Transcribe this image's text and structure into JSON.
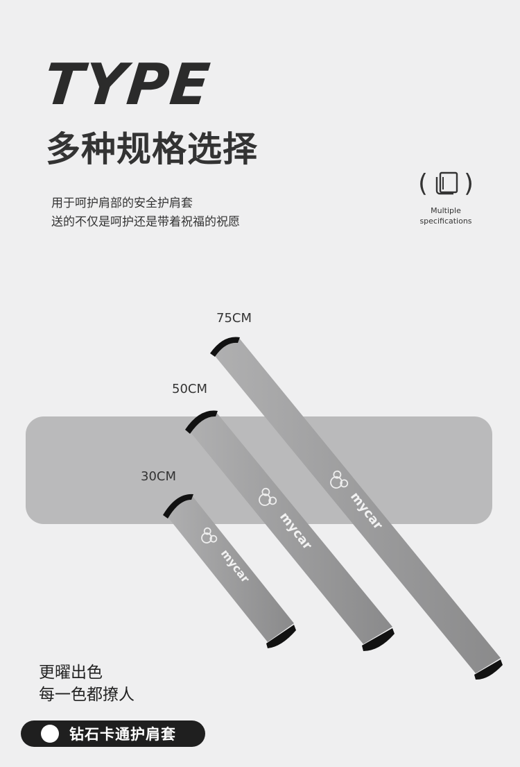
{
  "header": {
    "title": "TYPE",
    "subtitle": "多种规格选择",
    "description_lines": [
      "用于呵护肩部的安全护肩套",
      "送的不仅是呵护还是带着祝福的祝愿"
    ]
  },
  "spec_badge": {
    "icon": "book-icon",
    "open_paren": "(",
    "close_paren": ")",
    "caption_lines": [
      "Multiple",
      "specifications"
    ]
  },
  "sizes": {
    "large": "75CM",
    "medium": "50CM",
    "small": "30CM"
  },
  "product_brand": "mycar",
  "caption": {
    "lines": [
      "更曜出色",
      "每一色都撩人"
    ]
  },
  "color_option": {
    "swatch": "#ffffff",
    "label": "钻石卡通护肩套"
  },
  "colors": {
    "background": "#efeff0",
    "band": "#bababb",
    "pad_body": "#9a9a9b",
    "pad_cap": "#111111"
  }
}
